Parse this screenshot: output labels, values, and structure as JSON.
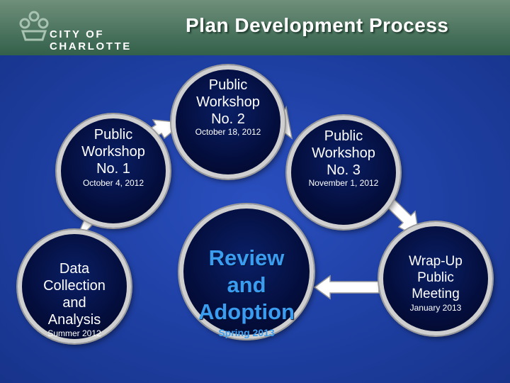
{
  "header": {
    "logo_text": "CITY OF CHARLOTTE",
    "title": "Plan Development Process"
  },
  "nodes": {
    "workshop1": {
      "title": "Public\nWorkshop\nNo. 1",
      "date": "October 4, 2012"
    },
    "workshop2": {
      "title": "Public\nWorkshop\nNo. 2",
      "date": "October 18, 2012"
    },
    "workshop3": {
      "title": "Public\nWorkshop\nNo. 3",
      "date": "November 1, 2012"
    },
    "data_collection": {
      "title": "Data\nCollection\nand\nAnalysis",
      "date": "Summer 2012"
    },
    "review": {
      "title": "Review\nand\nAdoption",
      "date": "Spring 2013"
    },
    "wrapup": {
      "title": "Wrap-Up\nPublic\nMeeting",
      "date": "January 2013"
    }
  },
  "colors": {
    "header_green": "#4d7560",
    "background_blue": "#1f3a9c",
    "node_fill": "#040e3d",
    "node_border": "#cfcfcf",
    "review_text": "#3a9df0"
  },
  "icons": {
    "logo": "crown-icon"
  }
}
